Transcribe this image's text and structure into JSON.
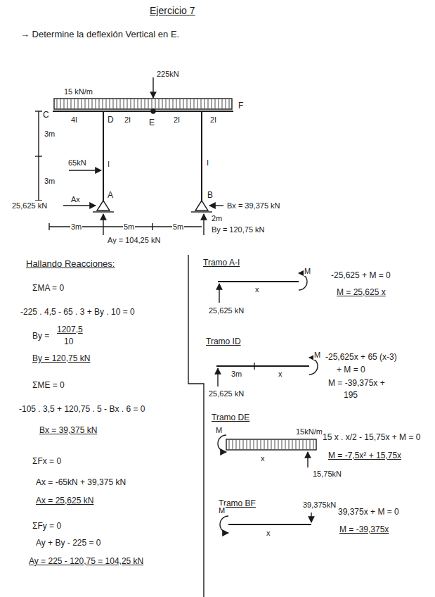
{
  "diagram": {
    "title": "Ejercicio 7",
    "labels": [
      "→ Determine la deflexión Vertical en E.",
      "225kN",
      "15 kN/m",
      "C",
      "4I",
      "D",
      "2I",
      "E",
      "2I",
      "2I",
      "F",
      "3m",
      "65kN",
      "I",
      "3m",
      "I",
      "A",
      "B",
      "25,625 kN",
      "Ax",
      "Bx = 39,375 kN",
      "3m",
      "5m",
      "5m",
      "2m",
      "Ay = 104,25 kN",
      "By = 120,75 kN",
      "Hallando Reacciones:",
      "ΣMA = 0",
      "-225 . 4,5 - 65 . 3 + By . 10 = 0",
      "By =",
      "1207,5",
      "10",
      "By = 120,75 kN",
      "ΣME = 0",
      "-105 . 3,5 + 120,75 . 5 - Bx . 6 = 0",
      "Bx = 39,375 kN",
      "ΣFx = 0",
      "Ax = -65kN + 39,375 kN",
      "Ax = 25,625 kN",
      "ΣFy = 0",
      "Ay + By - 225 = 0",
      "Ay = 225 - 120,75 = 104,25 kN",
      "Tramo A-I",
      "M",
      "x",
      "25,625 kN",
      "-25,625 + M = 0",
      "M = 25,625 x",
      "Tramo ID",
      "M",
      "3m",
      "x",
      "25,625 kN",
      "-25,625x + 65 (x-3)",
      "+ M = 0",
      "M = -39,375x +",
      "195",
      "Tramo DE",
      "M",
      "15kN/m",
      "x",
      "15,75kN",
      "15 x . x/2 - 15,75x + M = 0",
      "M = -7,5x² + 15,75x",
      "Tramo BF",
      "M",
      "x",
      "39,375kN",
      "39,375x + M = 0",
      "M = -39,375x"
    ]
  }
}
